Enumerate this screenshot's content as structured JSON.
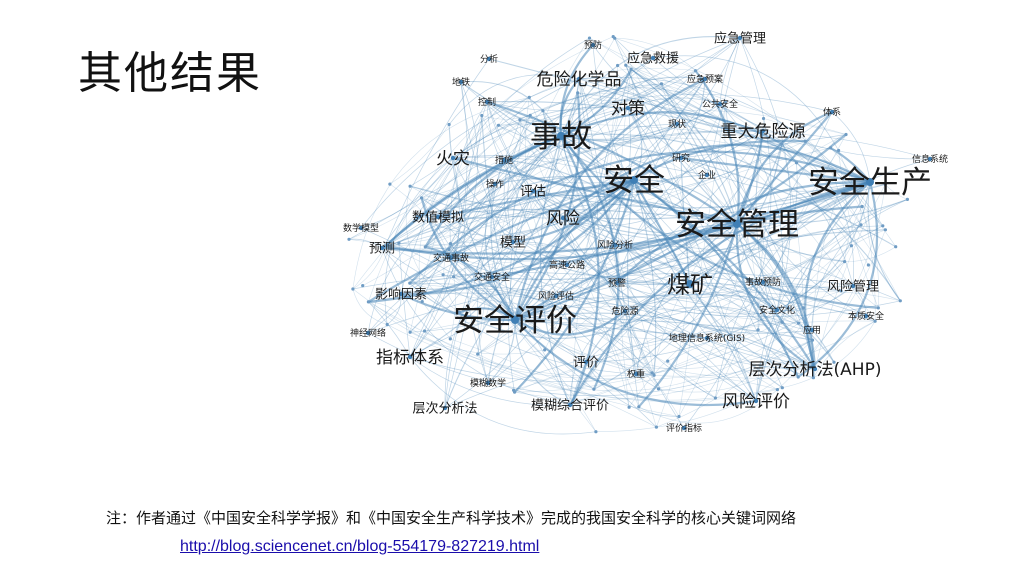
{
  "slide": {
    "title": "其他结果",
    "caption": "注：作者通过《中国安全科学学报》和《中国安全生产科学技术》完成的我国安全科学的核心关键词网络",
    "link_text": "http://blog.sciencenet.cn/blog-554179-827219.html"
  },
  "network": {
    "edge_color": "#4a86b8",
    "nodes": [
      {
        "label": "安全",
        "tier": 1
      },
      {
        "label": "安全生产",
        "tier": 1
      },
      {
        "label": "安全管理",
        "tier": 1
      },
      {
        "label": "事故",
        "tier": 1
      },
      {
        "label": "安全评价",
        "tier": 1
      },
      {
        "label": "煤矿",
        "tier": 2
      },
      {
        "label": "危险化学品",
        "tier": 3
      },
      {
        "label": "对策",
        "tier": 3
      },
      {
        "label": "重大危险源",
        "tier": 3
      },
      {
        "label": "火灾",
        "tier": 3
      },
      {
        "label": "风险",
        "tier": 3
      },
      {
        "label": "指标体系",
        "tier": 3
      },
      {
        "label": "风险评价",
        "tier": 3
      },
      {
        "label": "层次分析法(AHP)",
        "tier": 3
      },
      {
        "label": "应急管理",
        "tier": 4
      },
      {
        "label": "应急救援",
        "tier": 4
      },
      {
        "label": "数值模拟",
        "tier": 4
      },
      {
        "label": "模型",
        "tier": 4
      },
      {
        "label": "预测",
        "tier": 4
      },
      {
        "label": "影响因素",
        "tier": 4
      },
      {
        "label": "评价",
        "tier": 4
      },
      {
        "label": "层次分析法",
        "tier": 4
      },
      {
        "label": "模糊综合评价",
        "tier": 4
      },
      {
        "label": "风险管理",
        "tier": 4
      },
      {
        "label": "评估",
        "tier": 4
      },
      {
        "label": "信息系统",
        "tier": 5
      },
      {
        "label": "体系",
        "tier": 5
      },
      {
        "label": "分析",
        "tier": 5
      },
      {
        "label": "控制",
        "tier": 5
      },
      {
        "label": "应急预案",
        "tier": 5
      },
      {
        "label": "事故预防",
        "tier": 5
      },
      {
        "label": "安全文化",
        "tier": 5
      },
      {
        "label": "应用",
        "tier": 5
      },
      {
        "label": "本质安全",
        "tier": 5
      },
      {
        "label": "地理信息系统(GIS)",
        "tier": 5
      },
      {
        "label": "神经网络",
        "tier": 5
      },
      {
        "label": "模糊数学",
        "tier": 5
      },
      {
        "label": "评价指标",
        "tier": 5
      },
      {
        "label": "权重",
        "tier": 5
      },
      {
        "label": "危险源",
        "tier": 5
      },
      {
        "label": "交通安全",
        "tier": 5
      },
      {
        "label": "风险评估",
        "tier": 5
      },
      {
        "label": "风险分析",
        "tier": 5
      },
      {
        "label": "预警",
        "tier": 5
      },
      {
        "label": "高速公路",
        "tier": 5
      },
      {
        "label": "数学模型",
        "tier": 5
      },
      {
        "label": "公共安全",
        "tier": 5
      },
      {
        "label": "研究",
        "tier": 5
      },
      {
        "label": "现状",
        "tier": 5
      },
      {
        "label": "企业",
        "tier": 5
      },
      {
        "label": "预防",
        "tier": 5
      },
      {
        "label": "地铁",
        "tier": 5
      },
      {
        "label": "措施",
        "tier": 5
      },
      {
        "label": "操作",
        "tier": 5
      },
      {
        "label": "交通事故",
        "tier": 5
      }
    ]
  }
}
